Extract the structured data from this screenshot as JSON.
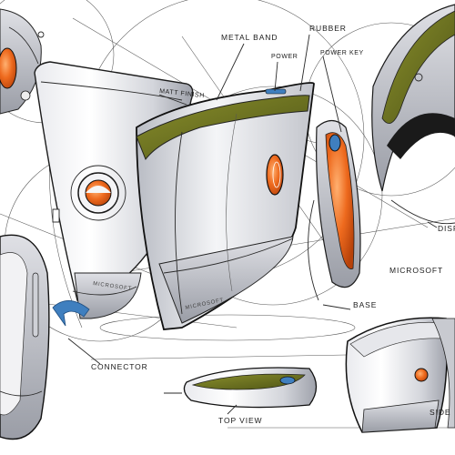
{
  "labels": {
    "metal_band": "METAL BAND",
    "rubber": "RUBBER",
    "power": "POWER",
    "power_key": "POWER KEY",
    "matt_finish": "MATT FINISH",
    "display": "DISP",
    "microsoft_right": "MICROSOFT",
    "base": "BASE",
    "connector": "CONNECTOR",
    "top_view": "TOP VIEW",
    "side": "SIDE"
  },
  "brand_marks": {
    "left": "MICROSOFT",
    "front": "MICROSOFT"
  },
  "colors": {
    "accent_orange": "#ee6a1e",
    "olive_green": "#6b7320",
    "marker_blue": "#3f7fbf",
    "body_grey": "#c9cbd2",
    "ink": "#1b1b1b"
  }
}
